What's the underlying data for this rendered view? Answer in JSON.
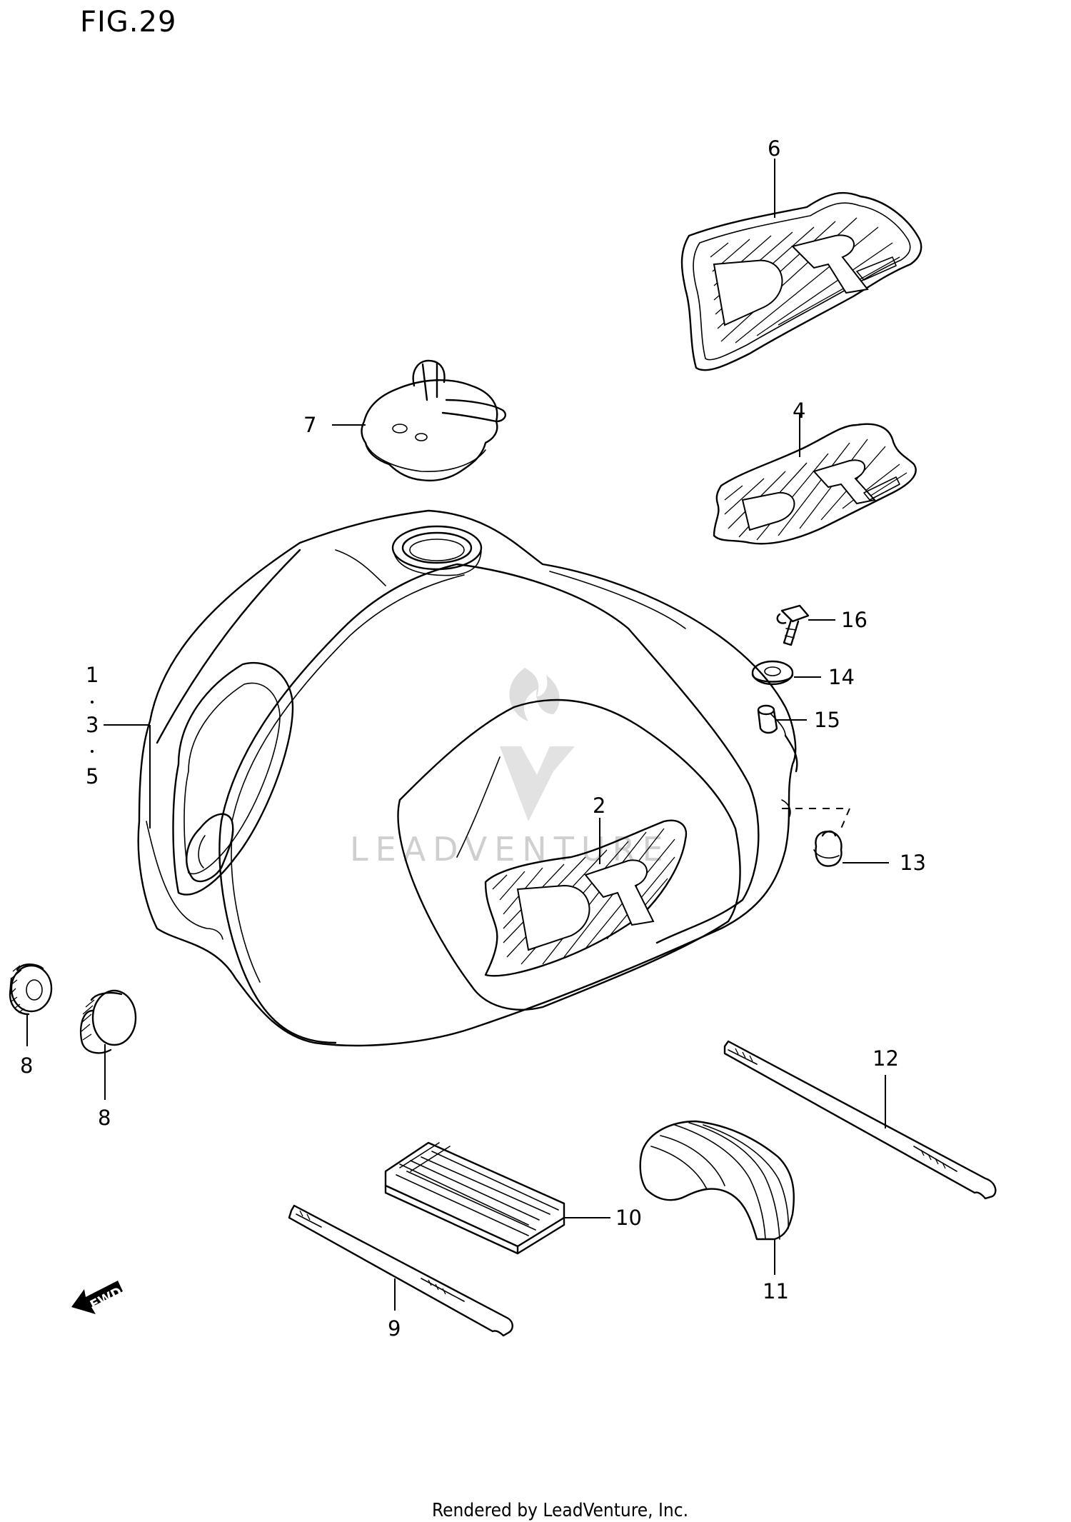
{
  "figure_label": "FIG.29",
  "callouts": [
    {
      "id": "c1",
      "label": "1"
    },
    {
      "id": "c3",
      "label": "3"
    },
    {
      "id": "c5",
      "label": "5"
    },
    {
      "id": "c2",
      "label": "2"
    },
    {
      "id": "c4",
      "label": "4"
    },
    {
      "id": "c6",
      "label": "6"
    },
    {
      "id": "c7",
      "label": "7"
    },
    {
      "id": "c8a",
      "label": "8"
    },
    {
      "id": "c8b",
      "label": "8"
    },
    {
      "id": "c9",
      "label": "9"
    },
    {
      "id": "c10",
      "label": "10"
    },
    {
      "id": "c11",
      "label": "11"
    },
    {
      "id": "c12",
      "label": "12"
    },
    {
      "id": "c13",
      "label": "13"
    },
    {
      "id": "c14",
      "label": "14"
    },
    {
      "id": "c15",
      "label": "15"
    },
    {
      "id": "c16",
      "label": "16"
    }
  ],
  "decal_text": "DR",
  "fwd_arrow_text": "FWD",
  "watermark": "LEADVENTURE",
  "footer_credit": "Rendered by LeadVenture, Inc.",
  "colors": {
    "line": "#000000",
    "watermark": "#cfcfcf",
    "background": "#ffffff"
  }
}
